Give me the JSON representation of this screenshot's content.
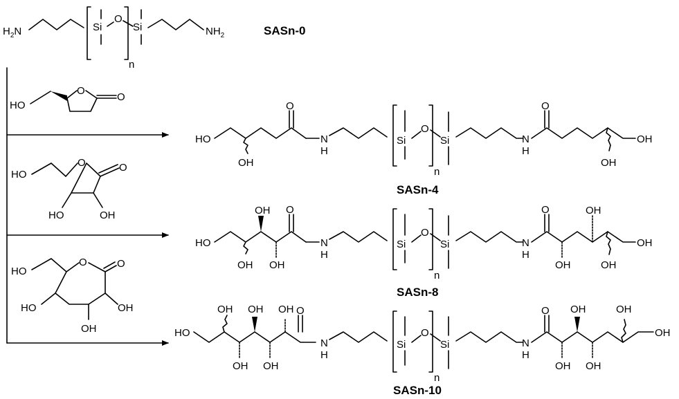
{
  "compounds": {
    "sasn0": "SASn-0",
    "sasn4": "SASn-4",
    "sasn8": "SASn-8",
    "sasn10": "SASn-10"
  },
  "atoms": {
    "h2n": "H",
    "h2n_sub": "2",
    "h2n_n": "N",
    "nh2_n": "NH",
    "nh2_sub": "2",
    "si": "Si",
    "o": "O",
    "n": "n",
    "ho": "HO",
    "oh": "OH",
    "h": "H",
    "nh_n": "N"
  },
  "colors": {
    "ink": "#000000",
    "background": "#ffffff"
  }
}
